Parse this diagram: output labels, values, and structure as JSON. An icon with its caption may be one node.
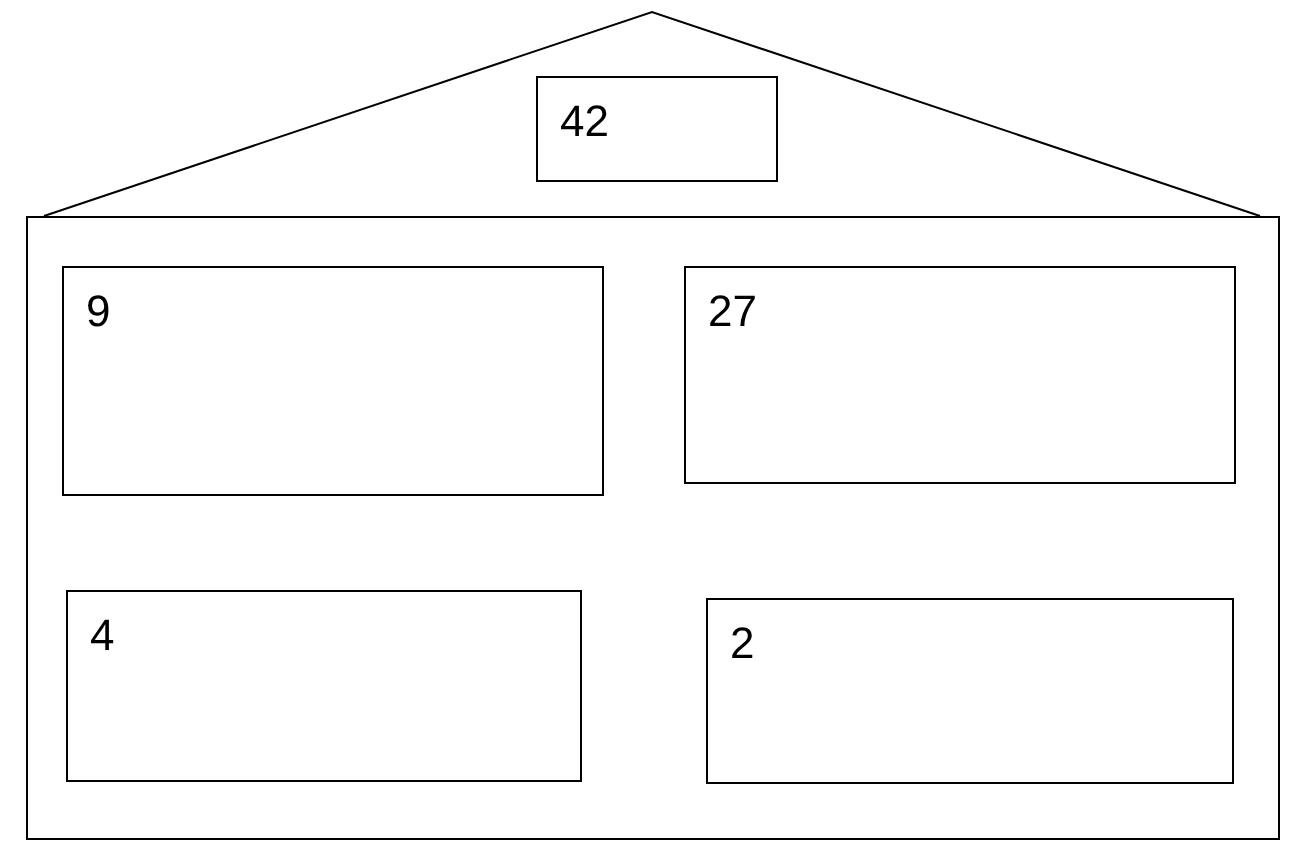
{
  "diagram": {
    "nodes": [
      {
        "text": [],
        "shape": "triangle"
      },
      {
        "text": [
          "42"
        ],
        "in": 0
      },
      {
        "text": [],
        "shape": "box"
      },
      {
        "text": [
          "9"
        ],
        "in": 2
      },
      {
        "text": [
          "27"
        ],
        "in": 2
      },
      {
        "text": [
          "4"
        ],
        "in": 2
      },
      {
        "text": [
          "2"
        ],
        "in": 2
      }
    ],
    "edges": []
  }
}
